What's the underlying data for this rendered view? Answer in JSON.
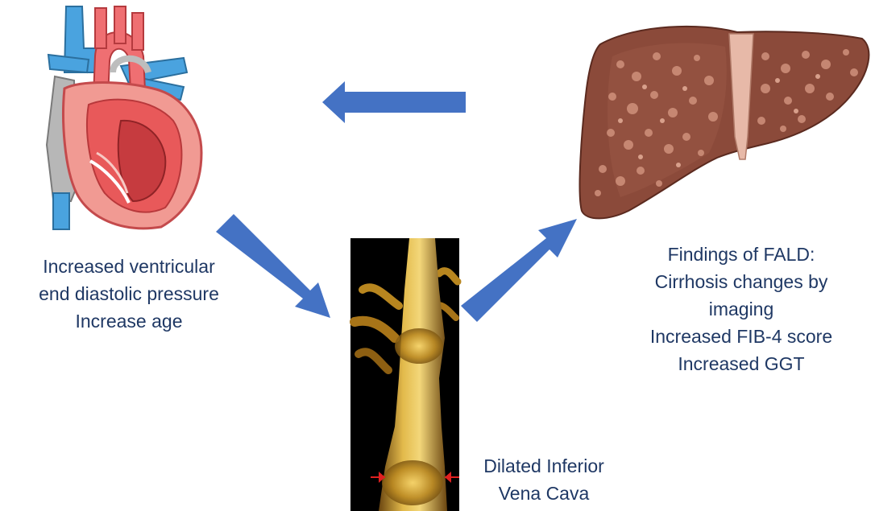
{
  "heart_label": {
    "lines": [
      "Increased ventricular",
      "end diastolic pressure",
      "Increase age"
    ]
  },
  "liver_label": {
    "lines": [
      "Findings of FALD:",
      "Cirrhosis changes by",
      "imaging",
      "Increased FIB-4 score",
      "Increased GGT"
    ]
  },
  "ivc_label": {
    "lines": [
      "Dilated Inferior",
      "Vena Cava"
    ]
  },
  "colors": {
    "arrow": "#4472c4",
    "text": "#1f3864",
    "liver": "#8b4a3a",
    "heart": "#e8595a",
    "vessel_blue": "#4aa3df",
    "ivc_gold": "#c89a2a",
    "marker_red": "#e02020"
  },
  "icons": [
    "heart-illustration",
    "liver-illustration",
    "ivc-3d-rendering"
  ]
}
